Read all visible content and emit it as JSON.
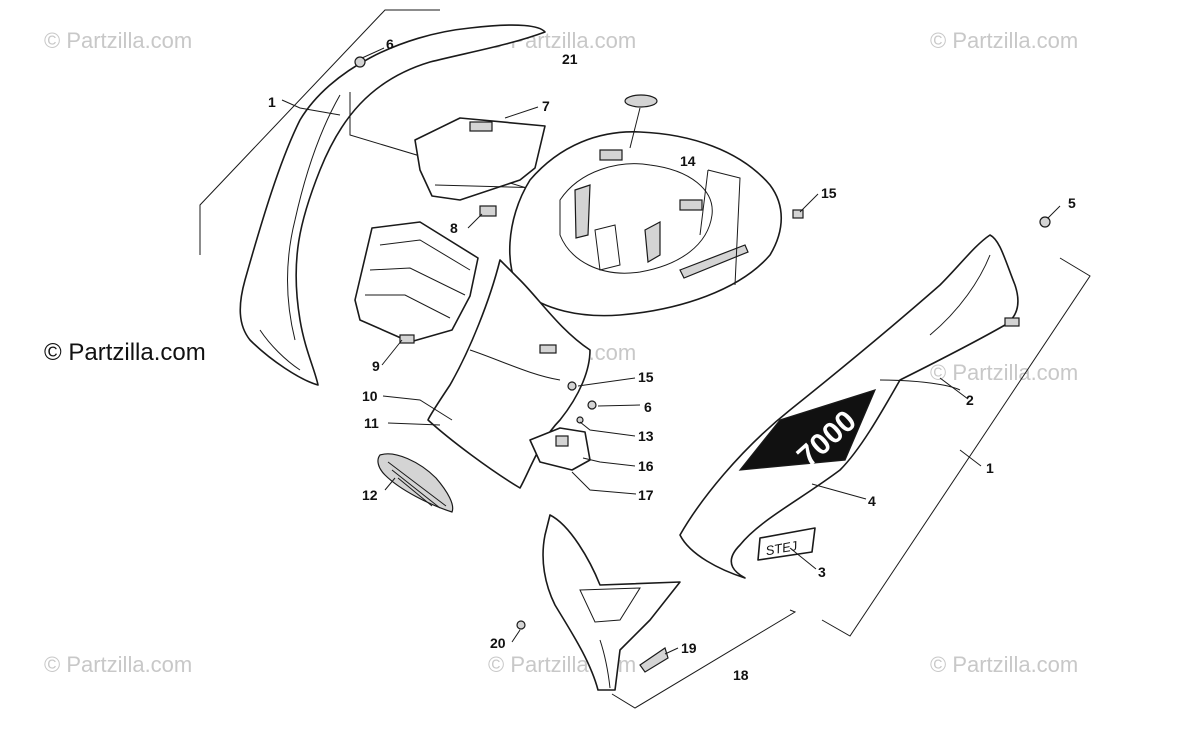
{
  "watermarks": {
    "main": "© Partzilla.com",
    "faint": "© Partzilla.com"
  },
  "decals": {
    "model_number": "7000",
    "badge": "STEJ"
  },
  "callouts": {
    "c1_left": "1",
    "c1_right": "1",
    "c2": "2",
    "c3": "3",
    "c4": "4",
    "c5": "5",
    "c6_top": "6",
    "c6_mid": "6",
    "c7": "7",
    "c8": "8",
    "c9": "9",
    "c10": "10",
    "c11": "11",
    "c12": "12",
    "c13": "13",
    "c14": "14",
    "c15_top": "15",
    "c15_mid": "15",
    "c16": "16",
    "c17": "17",
    "c18": "18",
    "c19": "19",
    "c20": "20",
    "c21": "21"
  },
  "colors": {
    "line": "#1a1a1a",
    "shade": "#d4d4d4",
    "decal_fill": "#111111",
    "watermark": "#c8c8c8"
  }
}
